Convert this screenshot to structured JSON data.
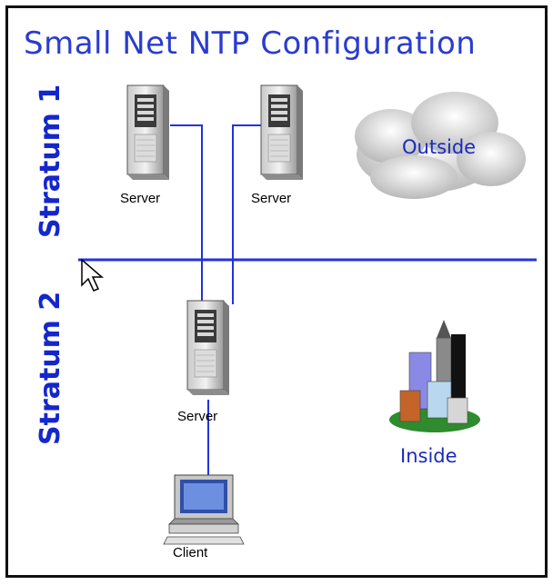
{
  "title": "Small Net NTP Configuration",
  "stratum_labels": {
    "top": "Stratum 1",
    "bottom": "Stratum 2"
  },
  "nodes": {
    "server_left": "Server",
    "server_right": "Server",
    "server_middle": "Server",
    "client": "Client"
  },
  "zones": {
    "outside": "Outside",
    "inside": "Inside"
  },
  "icons": [
    "server-tower-icon",
    "cloud-icon",
    "buildings-icon",
    "computer-icon",
    "mouse-pointer-icon"
  ],
  "colors": {
    "accent": "#1426cc",
    "link": "#2233dd",
    "frame": "#111111"
  }
}
